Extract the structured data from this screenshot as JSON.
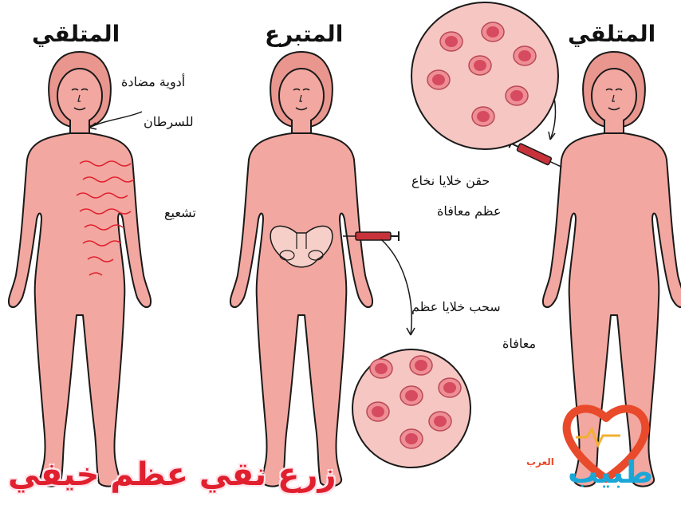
{
  "titles": {
    "left": "المتلقي",
    "center": "المتبرع",
    "right": "المتلقي"
  },
  "labels": {
    "drugs_line1": "أدوية مضادة",
    "drugs_line2": "للسرطان",
    "radiation": "تشعيع",
    "inject_line1": "حقن خلايا نخاع",
    "inject_line2": "عظم معافاة",
    "withdraw_line1": "سحب خلايا عظم",
    "withdraw_line2": "معافاة"
  },
  "footer": {
    "caption": "زرع نقي عظم خيفي"
  },
  "brand": {
    "name": "طبيب",
    "sub": "العرب"
  },
  "colors": {
    "skin": "#f2a7a0",
    "outline": "#1a1a1a",
    "cell": "#e86a78",
    "circle_fill": "#f6c6c2",
    "radiation": "#e0202e",
    "brand_red": "#e94a2b",
    "brand_blue": "#1aa7d8"
  }
}
